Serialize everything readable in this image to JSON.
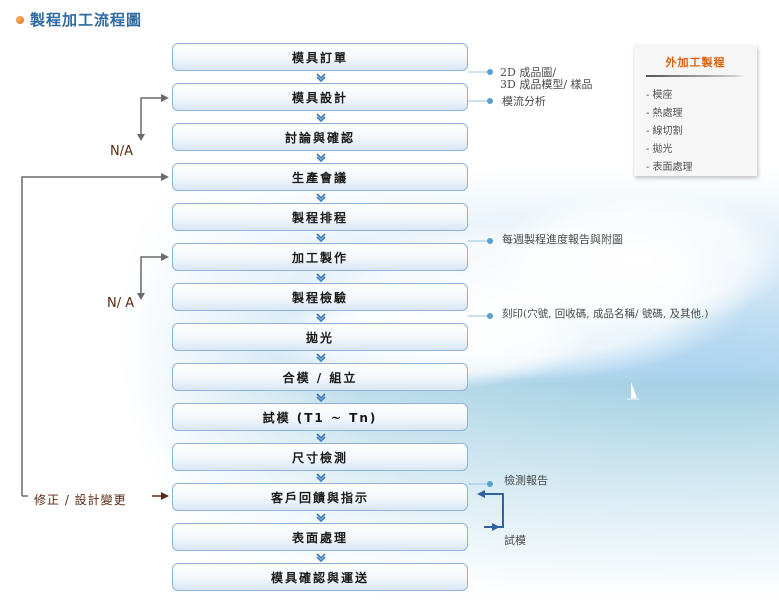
{
  "title": "製程加工流程圖",
  "steps": [
    "模具訂單",
    "模具設計",
    "討論與確認",
    "生產會議",
    "製程排程",
    "加工製作",
    "製程檢驗",
    "拋光",
    "合模 / 組立",
    "試模 (T1 ~ Tn)",
    "尺寸檢測",
    "客戶回饋與指示",
    "表面處理",
    "模具確認與運送"
  ],
  "notes": {
    "cad_line1": "2D 成品圖/",
    "cad_line2": "3D 成品模型/ 樣品",
    "mold_flow": "模流分析",
    "weekly_report": "每週製程進度報告與附圖",
    "engraving": "刻印(穴號, 回收碼, 成品名稱/ 號碼, 及其他.)",
    "inspection_report": "檢測報告",
    "trial_mold": "試模"
  },
  "loops": {
    "na_design": "N/A",
    "na_process": "N/ A",
    "revision": "修正 / 設計變更"
  },
  "panel": {
    "title": "外加工製程",
    "items": [
      "- 模座",
      "- 熱處理",
      "- 線切割",
      "- 拋光",
      "- 表面處理"
    ]
  }
}
